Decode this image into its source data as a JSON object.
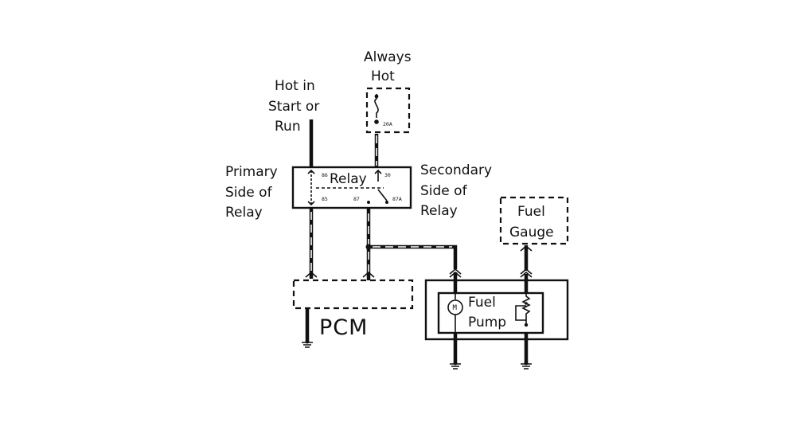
{
  "labels": {
    "hot_in_start_line1": "Hot in",
    "hot_in_start_line2": "Start or",
    "hot_in_start_line3": "Run",
    "always_hot_line1": "Always",
    "always_hot_line2": "Hot",
    "primary_line1": "Primary",
    "primary_line2": "Side of",
    "primary_line3": "Relay",
    "secondary_line1": "Secondary",
    "secondary_line2": "Side of",
    "secondary_line3": "Relay",
    "relay": "Relay",
    "fuel_gauge_line1": "Fuel",
    "fuel_gauge_line2": "Gauge",
    "fuel_pump_line1": "Fuel",
    "fuel_pump_line2": "Pump",
    "pcm": "PCM",
    "motor": "M"
  },
  "fuse": {
    "rating": "20A"
  },
  "relay_pins": {
    "p86": "86",
    "p85": "85",
    "p30": "30",
    "p87": "87",
    "p87a": "87A"
  },
  "colors": {
    "line": "#111111",
    "background": "#ffffff"
  }
}
